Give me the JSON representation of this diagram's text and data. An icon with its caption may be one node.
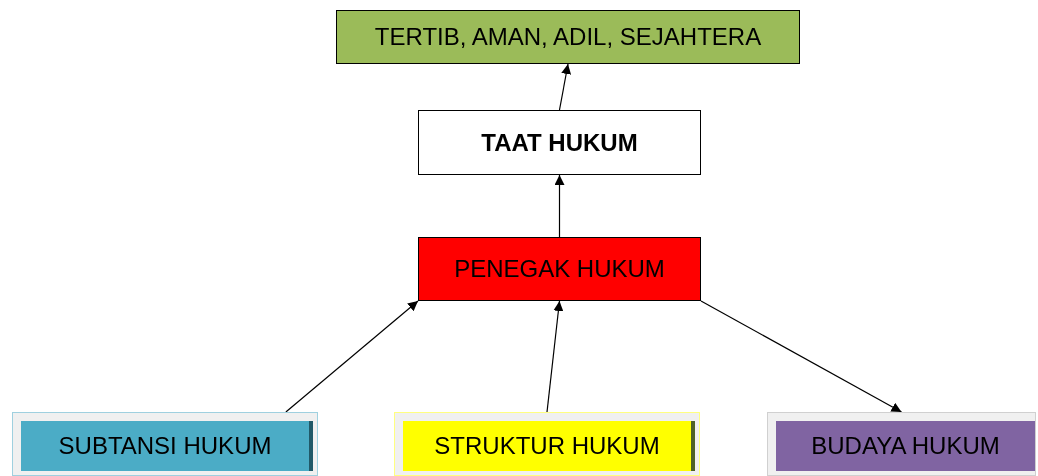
{
  "diagram": {
    "nodes": [
      {
        "text": [
          "TERTIB, AMAN, ADIL, SEJAHTERA"
        ]
      },
      {
        "text": [
          "TAAT HUKUM"
        ]
      },
      {
        "text": [
          "PENEGAK HUKUM"
        ]
      },
      {
        "text": [
          "SUBTANSI HUKUM"
        ]
      },
      {
        "text": [
          "STRUKTUR HUKUM"
        ]
      },
      {
        "text": [
          "BUDAYA HUKUM"
        ]
      }
    ],
    "edges": [
      {
        "from": 1,
        "to": 0,
        "arrow": "to"
      },
      {
        "from": 2,
        "to": 1,
        "arrow": "to"
      },
      {
        "from": 3,
        "to": 2,
        "arrow": "to"
      },
      {
        "from": 4,
        "to": 2,
        "arrow": "to"
      },
      {
        "from": 2,
        "to": 5,
        "arrow": "to"
      }
    ]
  }
}
